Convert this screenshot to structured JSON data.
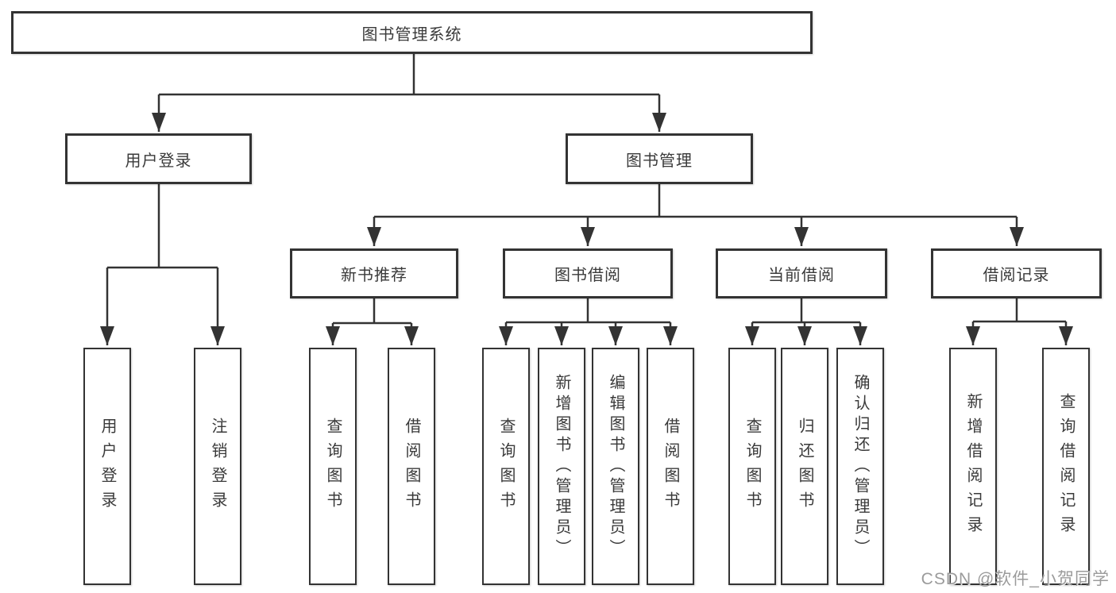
{
  "diagram": {
    "root": {
      "label": "图书管理系统"
    },
    "branches": [
      {
        "label": "用户登录",
        "children": [
          {
            "label": "用户登录"
          },
          {
            "label": "注销登录"
          }
        ]
      },
      {
        "label": "图书管理",
        "children": [
          {
            "label": "新书推荐",
            "children": [
              {
                "label": "查询图书"
              },
              {
                "label": "借阅图书"
              }
            ]
          },
          {
            "label": "图书借阅",
            "children": [
              {
                "label": "查询图书"
              },
              {
                "label": "新增图书（管理员）"
              },
              {
                "label": "编辑图书（管理员）"
              },
              {
                "label": "借阅图书"
              }
            ]
          },
          {
            "label": "当前借阅",
            "children": [
              {
                "label": "查询图书"
              },
              {
                "label": "归还图书"
              },
              {
                "label": "确认归还（管理员）"
              }
            ]
          },
          {
            "label": "借阅记录",
            "children": [
              {
                "label": "新增借阅记录"
              },
              {
                "label": "查询借阅记录"
              }
            ]
          }
        ]
      }
    ]
  },
  "watermark": {
    "text": "CSDN @软件_小贺同学"
  },
  "colors": {
    "line": "#333333",
    "box_border": "#333333",
    "text": "#3a3a3a",
    "watermark": "#9b9b9b",
    "background": "#ffffff"
  }
}
